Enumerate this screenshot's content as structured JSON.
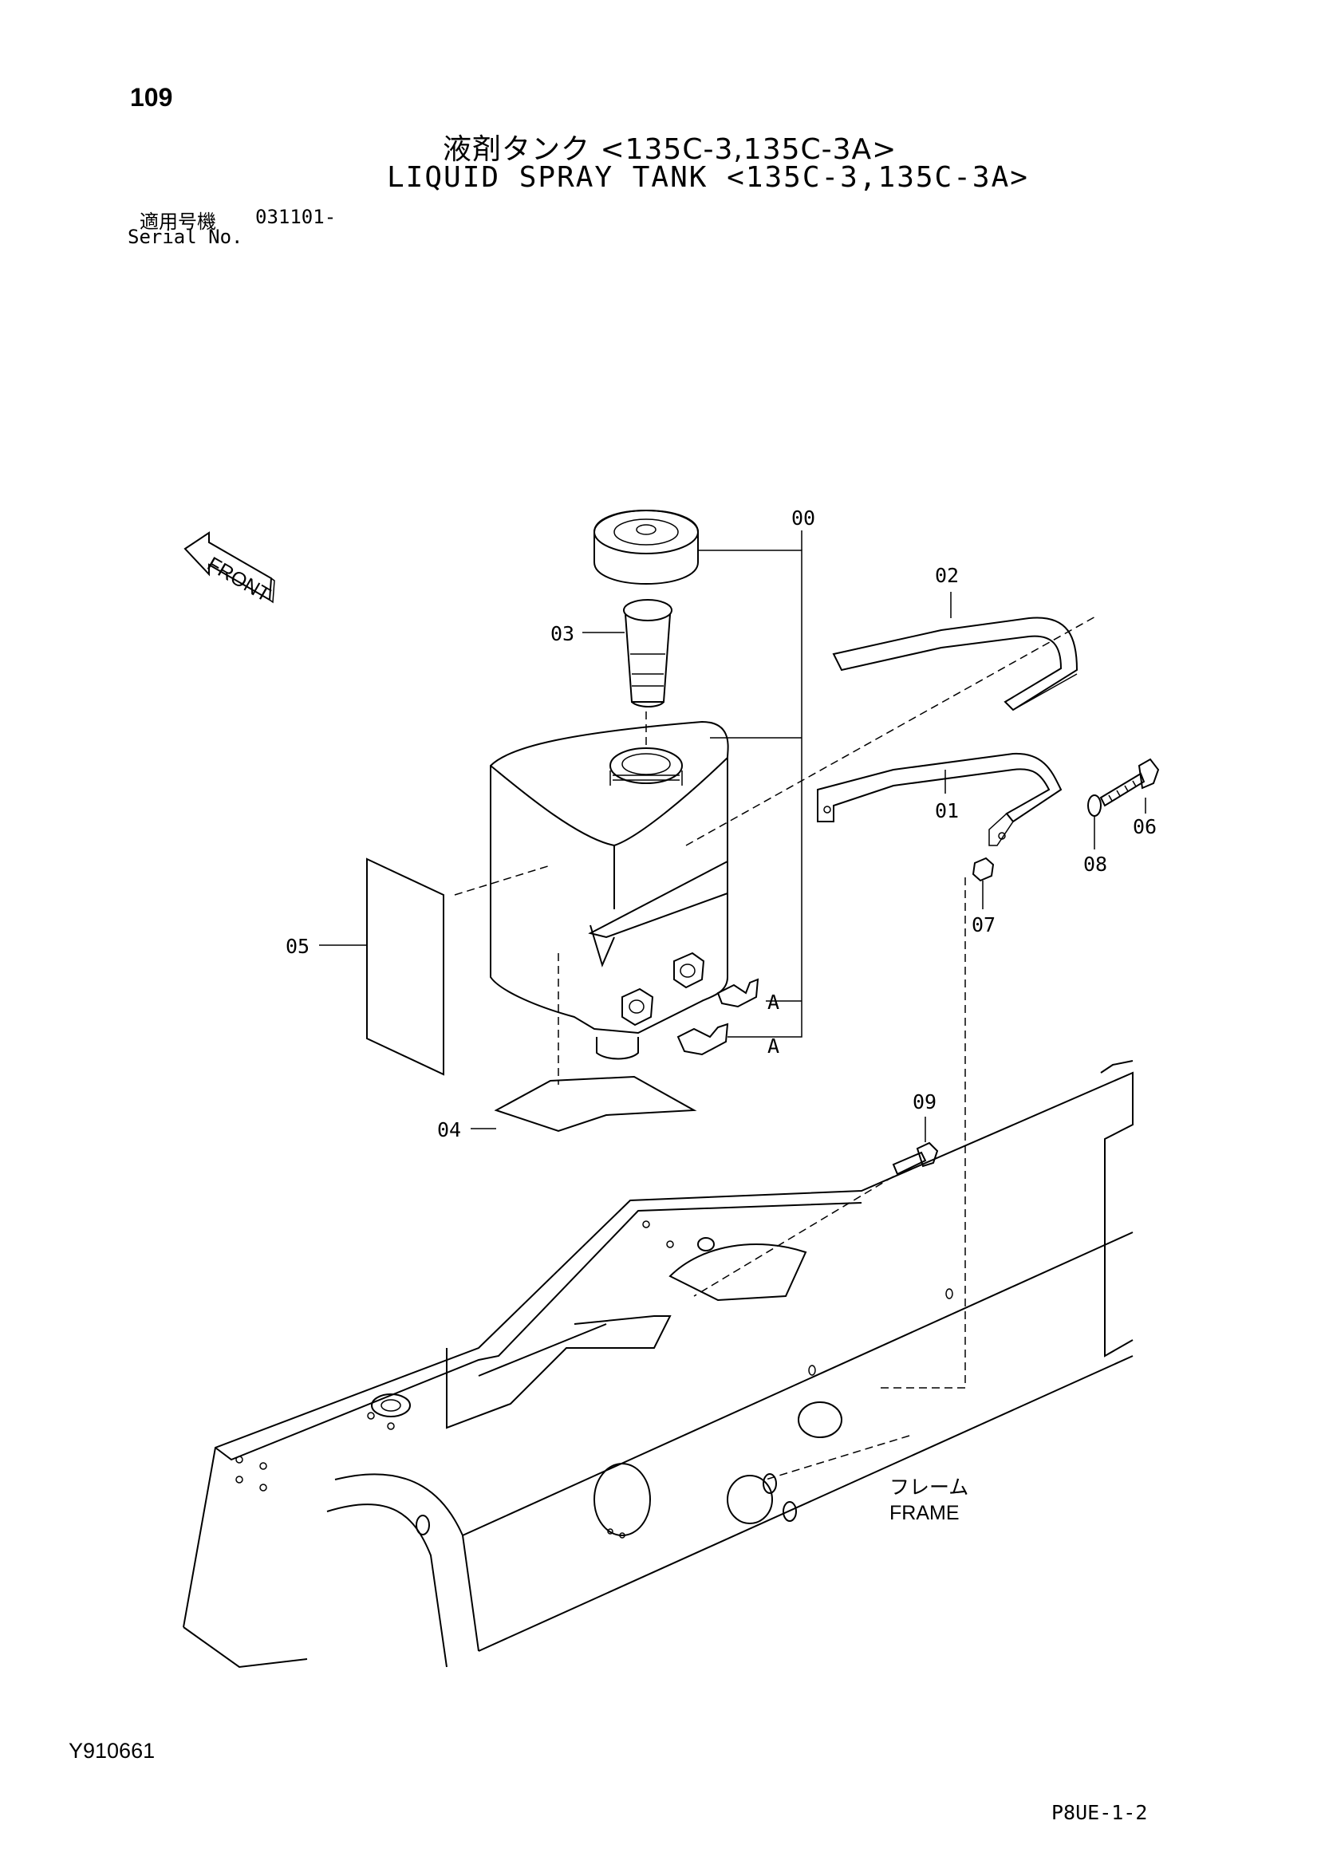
{
  "page_number": "109",
  "title_jp": "液剤タンク <135C-3,135C-3A>",
  "title_en": "LIQUID SPRAY TANK <135C-3,135C-3A>",
  "serial": {
    "label_jp": "適用号機",
    "value": "031101-",
    "label_en": "Serial No."
  },
  "front_label": "FRONT",
  "callouts": {
    "c00": "00",
    "c01": "01",
    "c02": "02",
    "c03": "03",
    "c04": "04",
    "c05": "05",
    "c06": "06",
    "c07": "07",
    "c08": "08",
    "c09": "09",
    "cA1": "A",
    "cA2": "A"
  },
  "frame_label_jp": "フレーム",
  "frame_label_en": "FRAME",
  "doc_id": "Y910661",
  "page_ref": "P8UE-1-2"
}
